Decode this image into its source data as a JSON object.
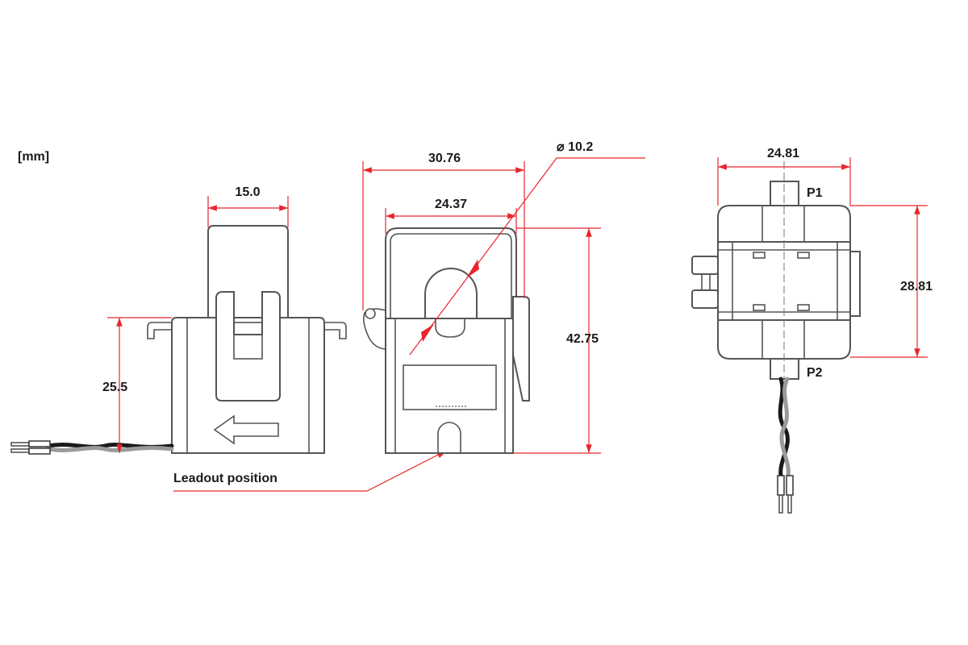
{
  "unit_label": "[mm]",
  "dimensions": {
    "front_tab_width": "15.0",
    "front_height": "25.5",
    "side_outer_width": "30.76",
    "side_inner_width": "24.37",
    "aperture_diameter": "⌀ 10.2",
    "side_height": "42.75",
    "top_width": "24.81",
    "top_height": "28.81"
  },
  "labels": {
    "leadout": "Leadout position",
    "p1": "P1",
    "p2": "P2"
  },
  "colors": {
    "dimension_line": "#e8262d",
    "outline": "#555555",
    "text": "#1a1a1a"
  }
}
